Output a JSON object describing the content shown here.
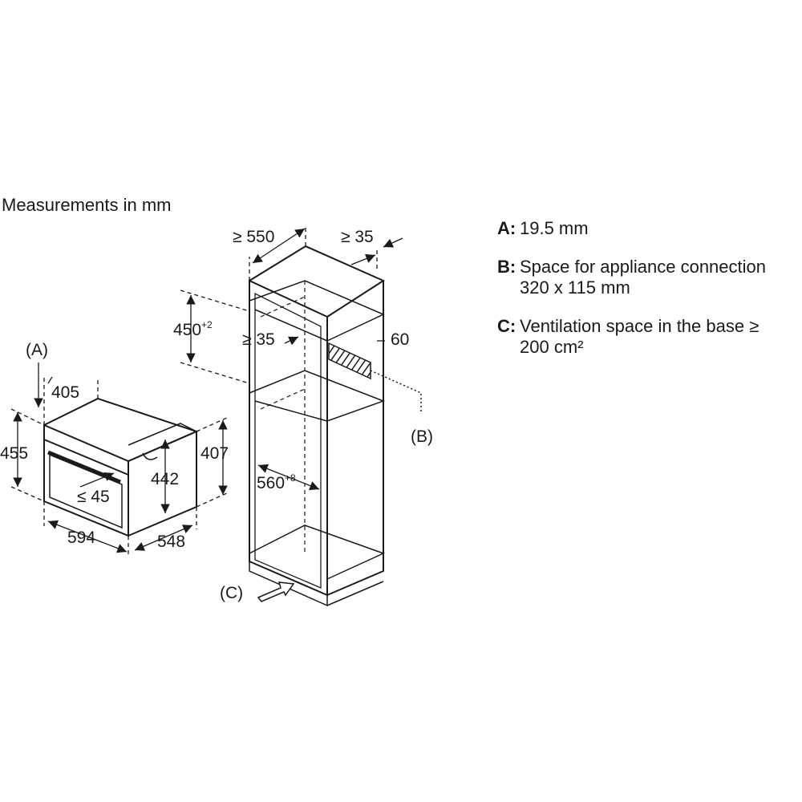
{
  "title": "Measurements in mm",
  "labels": {
    "a_marker": "(A)",
    "b_marker": "(B)",
    "c_marker": "(C)",
    "w405": "405",
    "h455": "455",
    "h442": "442",
    "h407": "407",
    "le45": "≤ 45",
    "w594": "594",
    "d548": "548",
    "ge550": "≥ 550",
    "ge35_top": "≥ 35",
    "h450": "450",
    "h450_tol": "+2",
    "ge35_mid": "≥ 35",
    "d60": "60",
    "w560": "560",
    "w560_tol": "+8"
  },
  "legend": [
    {
      "key": "A:",
      "text": "19.5 mm"
    },
    {
      "key": "B:",
      "text": "Space for appliance connection\n320 x 115 mm"
    },
    {
      "key": "C:",
      "text": "Ventilation space in the base ≥\n200 cm²"
    }
  ]
}
